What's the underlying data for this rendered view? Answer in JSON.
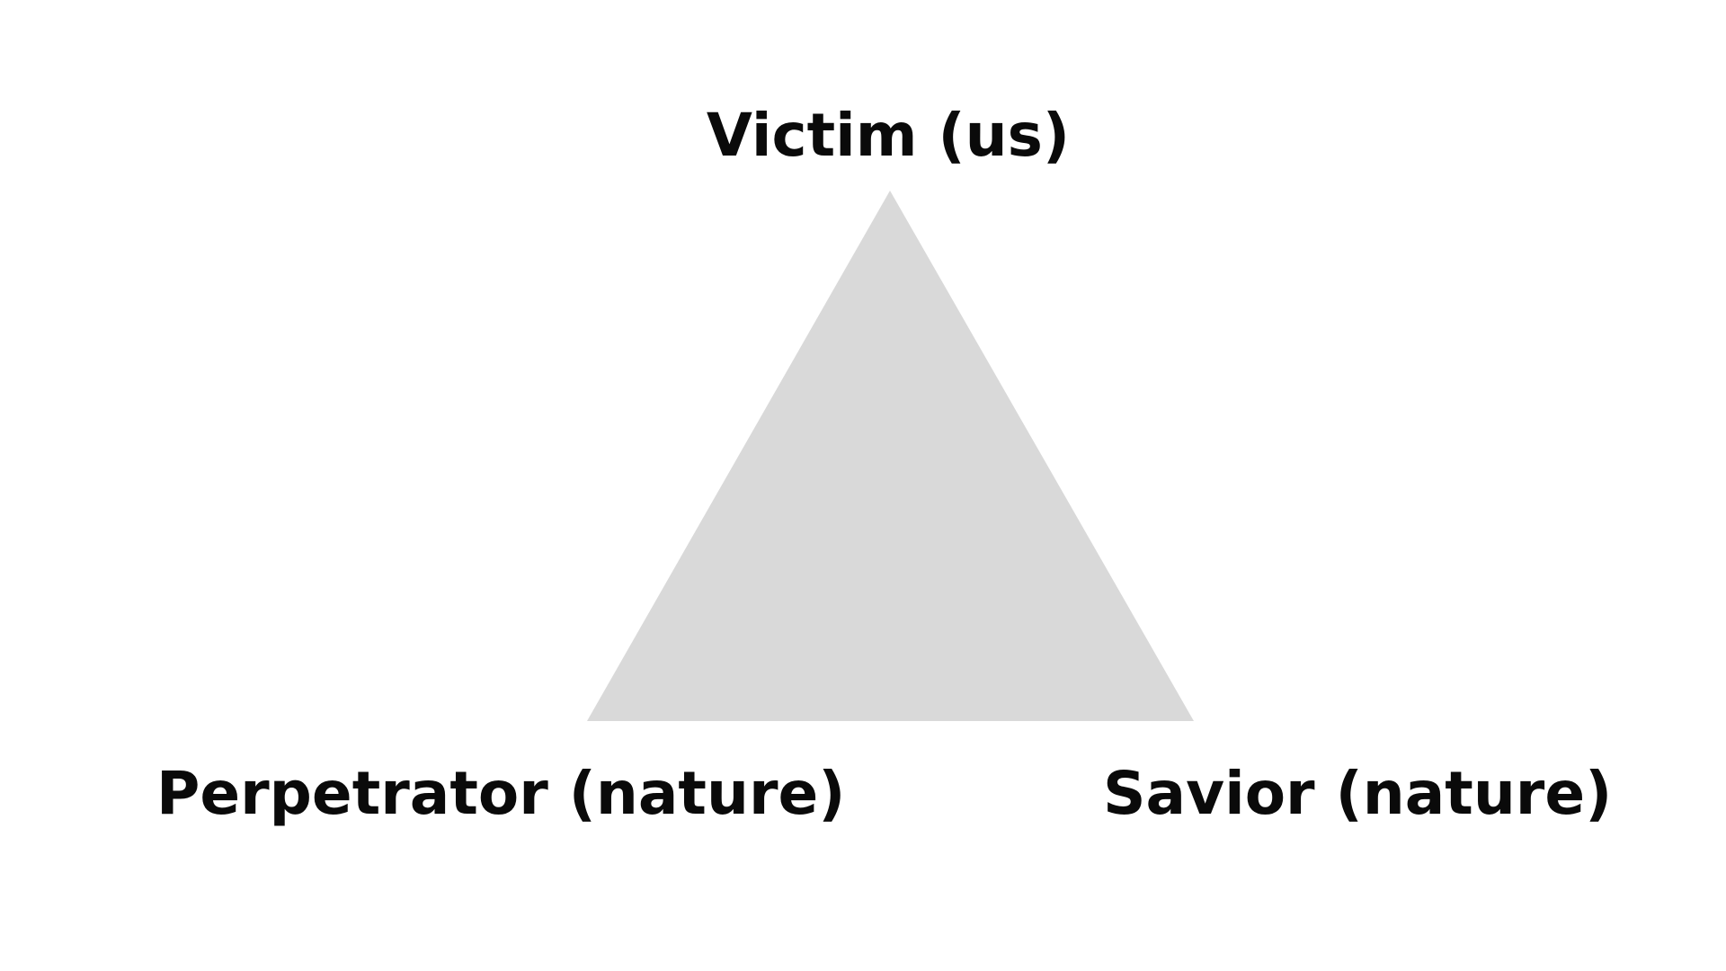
{
  "diagram": {
    "vertices": {
      "top": "Victim (us)",
      "bottom_left": "Perpetrator (nature)",
      "bottom_right": "Savior (nature)"
    },
    "triangle_color": "#d9d9d9",
    "text_color": "#0a0a0a",
    "background_color": "#ffffff"
  }
}
